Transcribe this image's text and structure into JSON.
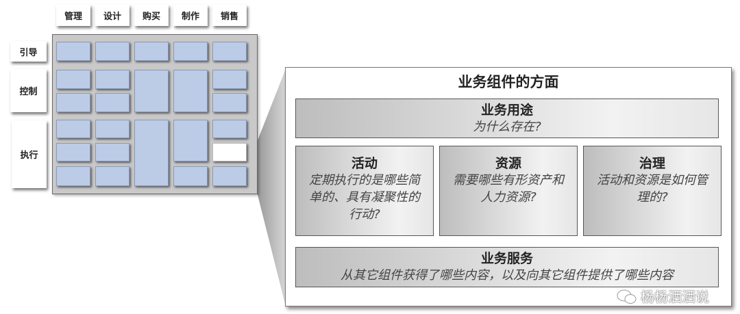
{
  "columns": [
    "管理",
    "设计",
    "购买",
    "制作",
    "销售"
  ],
  "rows": [
    "引导",
    "控制",
    "执行"
  ],
  "panel": {
    "title": "业务组件的方面",
    "purpose": {
      "heading": "业务用途",
      "question": "为什么存在?"
    },
    "activities": {
      "heading": "活动",
      "question": "定期执行的是哪些简单的、具有凝聚性的行动?"
    },
    "resources": {
      "heading": "资源",
      "question": "需要哪些有形资产和人力资源?"
    },
    "governance": {
      "heading": "治理",
      "question": "活动和资源是如何管理的?"
    },
    "services": {
      "heading": "业务服务",
      "question": "从其它组件获得了哪些内容，以及向其它组件提供了哪些内容"
    }
  },
  "watermark": "杨杨洒洒说",
  "colors": {
    "cell": "#bccbe6",
    "highlight_cell": "#ffffff"
  }
}
